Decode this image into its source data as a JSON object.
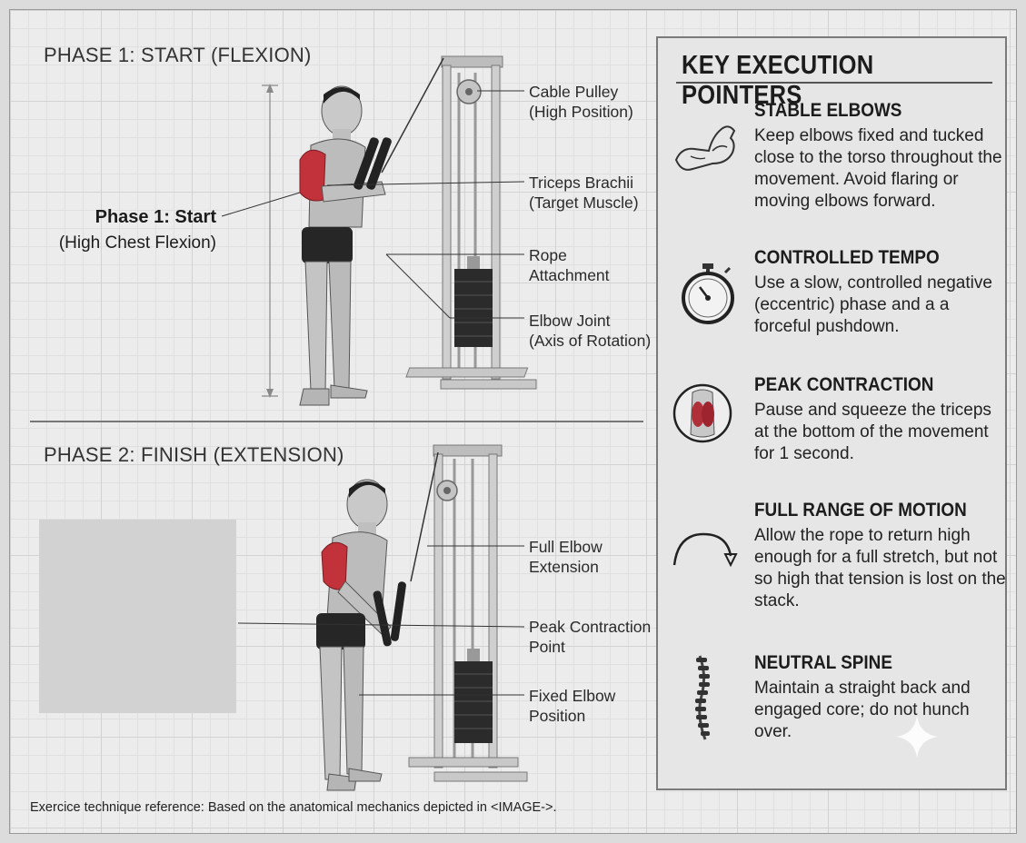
{
  "phase1": {
    "title": "PHASE 1: START (FLEXION)",
    "callout_title": "Phase 1: Start",
    "callout_subtitle": "(High Chest Flexion)",
    "labels": [
      {
        "line1": "Cable Pulley",
        "line2": "(High Position)"
      },
      {
        "line1": "Triceps Brachii",
        "line2": "(Target Muscle)"
      },
      {
        "line1": "Rope",
        "line2": "Attachment"
      },
      {
        "line1": "Elbow Joint",
        "line2": "(Axis of Rotation)"
      }
    ]
  },
  "phase2": {
    "title": "PHASE 2: FINISH (EXTENSION)",
    "labels": [
      {
        "line1": "Full Elbow",
        "line2": "Extension"
      },
      {
        "line1": "Peak Contraction",
        "line2": "Point"
      },
      {
        "line1": "Fixed Elbow",
        "line2": "Position"
      }
    ]
  },
  "panel": {
    "title": "KEY EXECUTION POINTERS",
    "pointers": [
      {
        "icon": "flexed-arm-icon",
        "title": "STABLE ELBOWS",
        "body": "Keep elbows fixed and tucked close to the torso throughout the movement. Avoid flaring or moving elbows forward."
      },
      {
        "icon": "stopwatch-icon",
        "title": "CONTROLLED TEMPO",
        "body": "Use a slow, controlled negative (eccentric) phase and a a forceful pushdown."
      },
      {
        "icon": "triceps-muscle-icon",
        "title": "PEAK CONTRACTION",
        "body": "Pause and squeeze the triceps at the bottom of the movement for 1 second."
      },
      {
        "icon": "curved-arrow-icon",
        "title": "FULL RANGE OF MOTION",
        "body": "Allow the rope to return high enough for a full stretch, but not so high that tension is lost on the stack."
      },
      {
        "icon": "spine-icon",
        "title": "NEUTRAL SPINE",
        "body": "Maintain a straight back and engaged core; do not hunch over."
      }
    ]
  },
  "footer": "Exercice technique reference: Based on the anatomical mechanics depicted in <IMAGE->.",
  "colors": {
    "muscle_highlight": "#c2323a",
    "machine_steel": "#c8c8c8",
    "weight_stack": "#2b2b2b",
    "panel_bg": "#e6e6e6"
  }
}
